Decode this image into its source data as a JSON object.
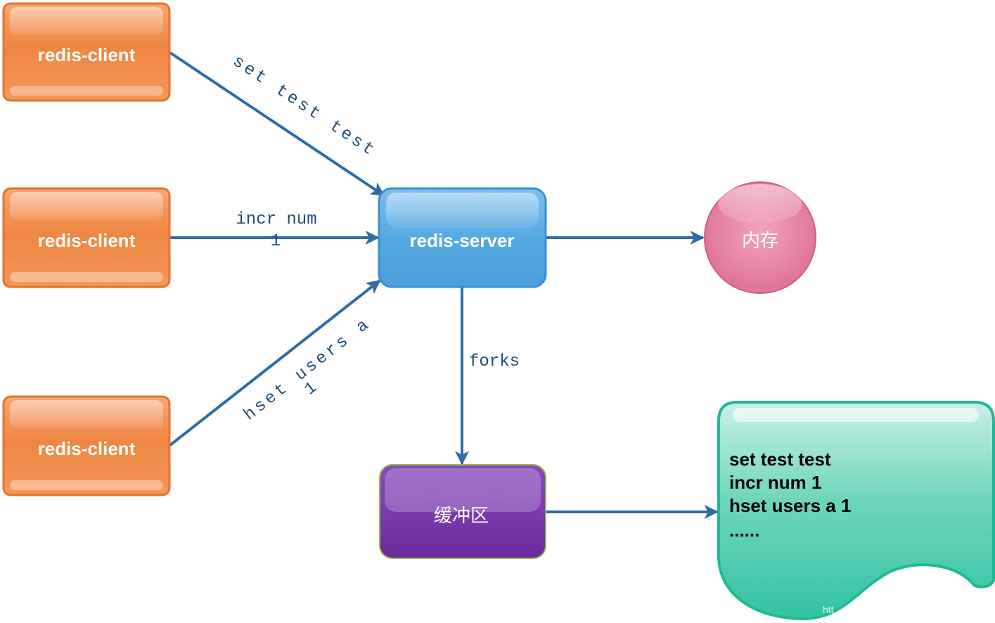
{
  "nodes": {
    "client_1": {
      "label": "redis-client"
    },
    "client_2": {
      "label": "redis-client"
    },
    "client_3": {
      "label": "redis-client"
    },
    "server": {
      "label": "redis-server"
    },
    "memory": {
      "label": "内存"
    },
    "buffer": {
      "label": "缓冲区"
    },
    "aof_file": {
      "lines": [
        "set test test",
        "incr num 1",
        "hset users a 1",
        "......"
      ]
    }
  },
  "edges": {
    "client_1_to_server": {
      "label": "set test test"
    },
    "client_2_to_server": {
      "label_line1": "incr num",
      "label_line2": "1"
    },
    "client_3_to_server": {
      "label_line1": "hset users a",
      "label_line2": "1"
    },
    "server_to_buffer": {
      "label": "forks"
    },
    "server_to_memory": {
      "label": ""
    },
    "buffer_to_file": {
      "label": ""
    }
  },
  "watermark": {
    "text": "htt"
  },
  "colors": {
    "client": "#ef8844",
    "server": "#55a8e0",
    "memory": "#e683a4",
    "buffer": "#7030a0",
    "file": "#3fc6a8",
    "edge": "#2e6da4",
    "edge_label": "#1f4e79"
  }
}
